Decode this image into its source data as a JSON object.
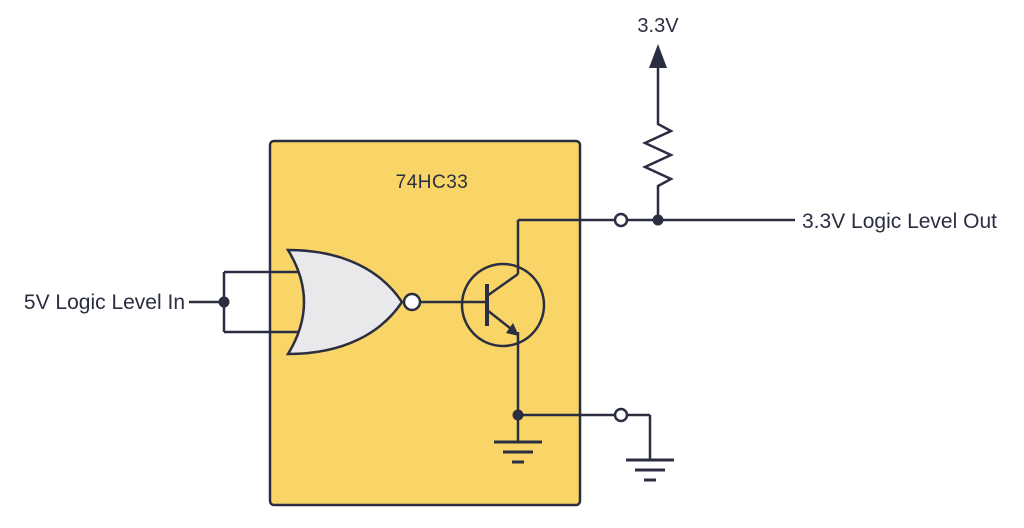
{
  "diagram": {
    "chip_label": "74HC33",
    "input_label": "5V Logic Level In",
    "supply_label": "3.3V",
    "output_label": "3.3V Logic Level Out"
  },
  "components": {
    "gate": "nor-gate-open-collector",
    "transistor": "npn-transistor",
    "resistor": "pull-up-resistor",
    "grounds": [
      "internal-ground",
      "external-ground"
    ],
    "terminals": [
      "output-terminal",
      "ground-terminal"
    ]
  },
  "colors": {
    "line": "#2B2E40",
    "chip_fill": "#F9D567",
    "gate_fill": "#E9E9EB",
    "bubble_fill": "#FFFFFF",
    "background": "#FFFFFF"
  }
}
